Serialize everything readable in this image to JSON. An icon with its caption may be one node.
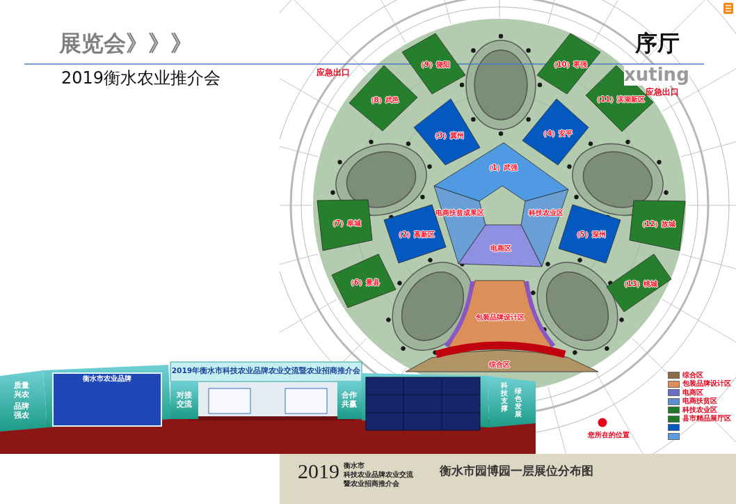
{
  "diagram": {
    "nodes": [
      {
        "text": [
          "（9）饶阳"
        ]
      },
      {
        "text": [
          "（10）枣强"
        ]
      },
      {
        "text": [
          "（8）武邑"
        ]
      },
      {
        "text": [
          "（11）滨湖新区"
        ]
      },
      {
        "text": [
          "（3）冀州"
        ]
      },
      {
        "text": [
          "（4）安平"
        ]
      },
      {
        "text": [
          "（1）武强"
        ]
      },
      {
        "text": [
          "电商扶贫成果区"
        ]
      },
      {
        "text": [
          "科技农业区"
        ]
      },
      {
        "text": [
          "电商区"
        ]
      },
      {
        "text": [
          "（7）阜城"
        ]
      },
      {
        "text": [
          "（2）高新区"
        ]
      },
      {
        "text": [
          "（5）深州"
        ]
      },
      {
        "text": [
          "（12）故城"
        ]
      },
      {
        "text": [
          "（6）景县"
        ]
      },
      {
        "text": [
          "（13）桃城"
        ]
      },
      {
        "text": [
          "包装品牌设计区"
        ]
      },
      {
        "text": [
          "综合区"
        ]
      }
    ],
    "labels": [
      "展览会》》》",
      "2019衡水农业推介会",
      "序厅",
      "xuting",
      "应急出口",
      "应急出口",
      "您所在的位置",
      "2019年衡水市科技农业品牌农业交流暨农业招商推介会",
      "衡水市农业品牌",
      "质量兴农",
      "品牌强农",
      "对接交流",
      "合作共赢",
      "科技支撑",
      "绿色发展",
      "2019",
      "衡水市",
      "科技农业品牌农业交流",
      "暨农业招商推介会",
      "衡水市园博园一层展位分布图"
    ],
    "legend": [
      {
        "text": "综合区",
        "color": "#8a6d45"
      },
      {
        "text": "包装品牌设计区",
        "color": "#dc8f59"
      },
      {
        "text": "电商区",
        "color": "#6b6bc8"
      },
      {
        "text": "电商扶贫区",
        "color": "#5b8fd0"
      },
      {
        "text": "科技农业区",
        "color": "#1e7a28"
      },
      {
        "text": "县市精品展厅区",
        "color": "#1e7a28"
      }
    ]
  }
}
